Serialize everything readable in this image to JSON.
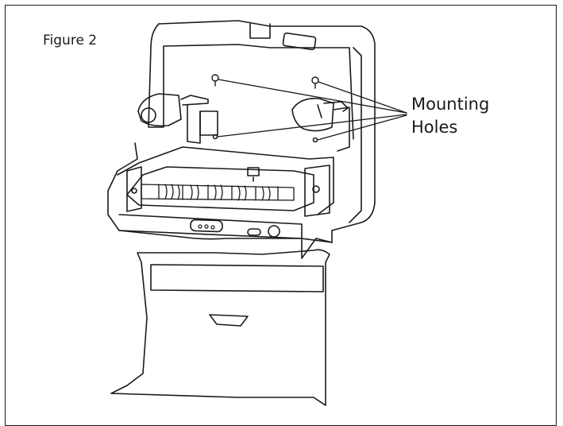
{
  "figure": {
    "label": "Figure 2",
    "callout": {
      "line1": "Mounting",
      "line2": "Holes"
    }
  }
}
